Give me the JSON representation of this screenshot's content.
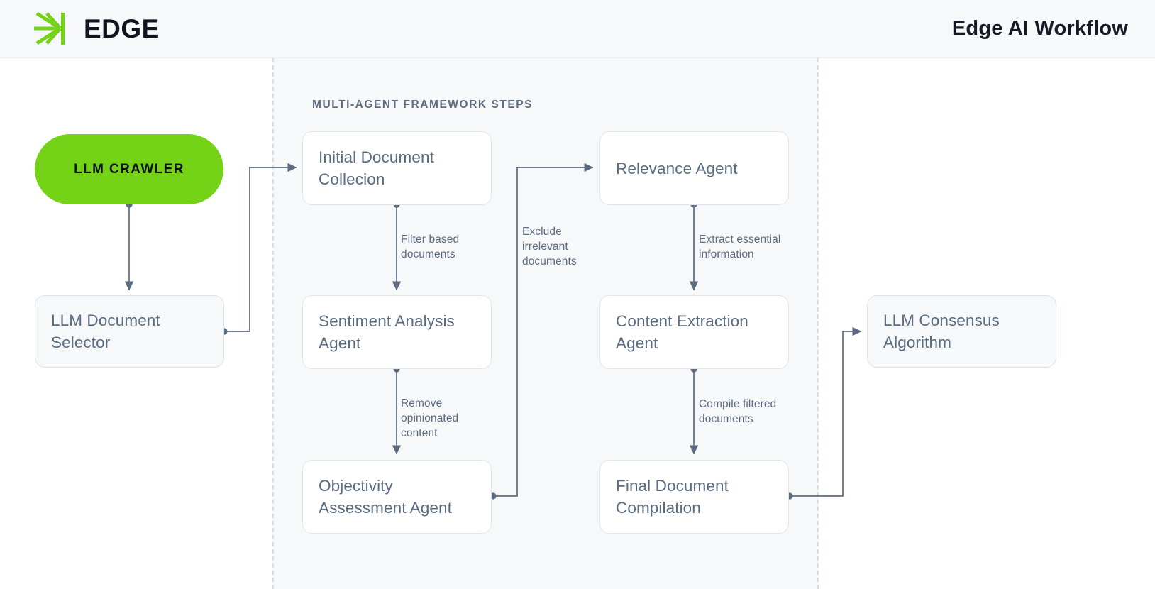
{
  "header": {
    "brand_name": "EDGE",
    "logo_icon": "edge-burst-logo-icon",
    "title": "Edge AI Workflow",
    "brand_color": "#74d316"
  },
  "canvas": {
    "group_label": "MULTI-AGENT FRAMEWORK STEPS",
    "nodes": [
      {
        "id": "llm-crawler",
        "label": "LLM CRAWLER",
        "style": "pill"
      },
      {
        "id": "llm-document-selector",
        "label": "LLM Document Selector",
        "style": "tinted"
      },
      {
        "id": "initial-document-collection",
        "label": "Initial Document Collecion",
        "style": "white"
      },
      {
        "id": "sentiment-analysis-agent",
        "label": "Sentiment Analysis Agent",
        "style": "white"
      },
      {
        "id": "objectivity-assessment-agent",
        "label": "Objectivity Assessment Agent",
        "style": "white"
      },
      {
        "id": "relevance-agent",
        "label": "Relevance Agent",
        "style": "white"
      },
      {
        "id": "content-extraction-agent",
        "label": "Content Extraction Agent",
        "style": "white"
      },
      {
        "id": "final-document-compilation",
        "label": "Final Document Compilation",
        "style": "white"
      },
      {
        "id": "llm-consensus-algorithm",
        "label": "LLM Consensus Algorithm",
        "style": "tinted"
      }
    ],
    "edge_labels": [
      {
        "id": "filter-based-documents",
        "text": "Filter based\ndocuments"
      },
      {
        "id": "exclude-irrelevant-documents",
        "text": "Exclude\nirrelevant\ndocuments"
      },
      {
        "id": "extract-essential-information",
        "text": "Extract essential\ninformation"
      },
      {
        "id": "remove-opinionated-content",
        "text": "Remove\nopinionated\ncontent"
      },
      {
        "id": "compile-filtered-documents",
        "text": "Compile filtered\ndocuments"
      }
    ]
  }
}
